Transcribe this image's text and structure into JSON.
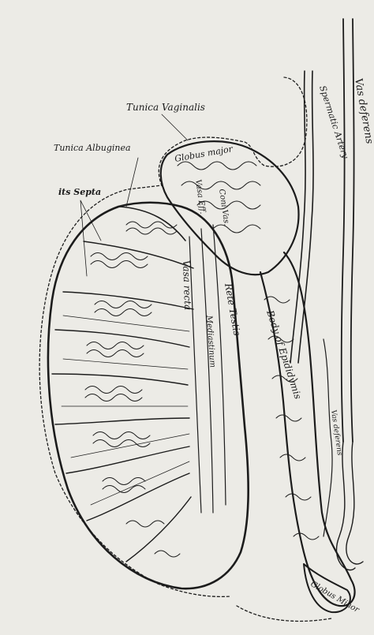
{
  "figure": {
    "labels": {
      "tunica_vaginalis": "Tunica Vaginalis",
      "tunica_albuginea": "Tunica Albuginea",
      "septa": "its Septa",
      "globus_major": "Globus major",
      "spermatic_artery": "Spermatic Artery",
      "vas_deferens_top": "Vas deferens",
      "vas_deferens_lower": "Vas deferens",
      "vasa_efferentia": "Vasa Eff.",
      "coni_vasculosi": "Coni Vas.",
      "rete_testis": "Rete Testis",
      "mediastinum": "Mediastinum",
      "vasa_recta": "Vasa recta",
      "body_of_epididymis": "Body of Epididymis",
      "globus_minor": "Globus Minor"
    },
    "colors": {
      "ink": "#1c1c1c",
      "paper": "#ecebe6"
    }
  }
}
